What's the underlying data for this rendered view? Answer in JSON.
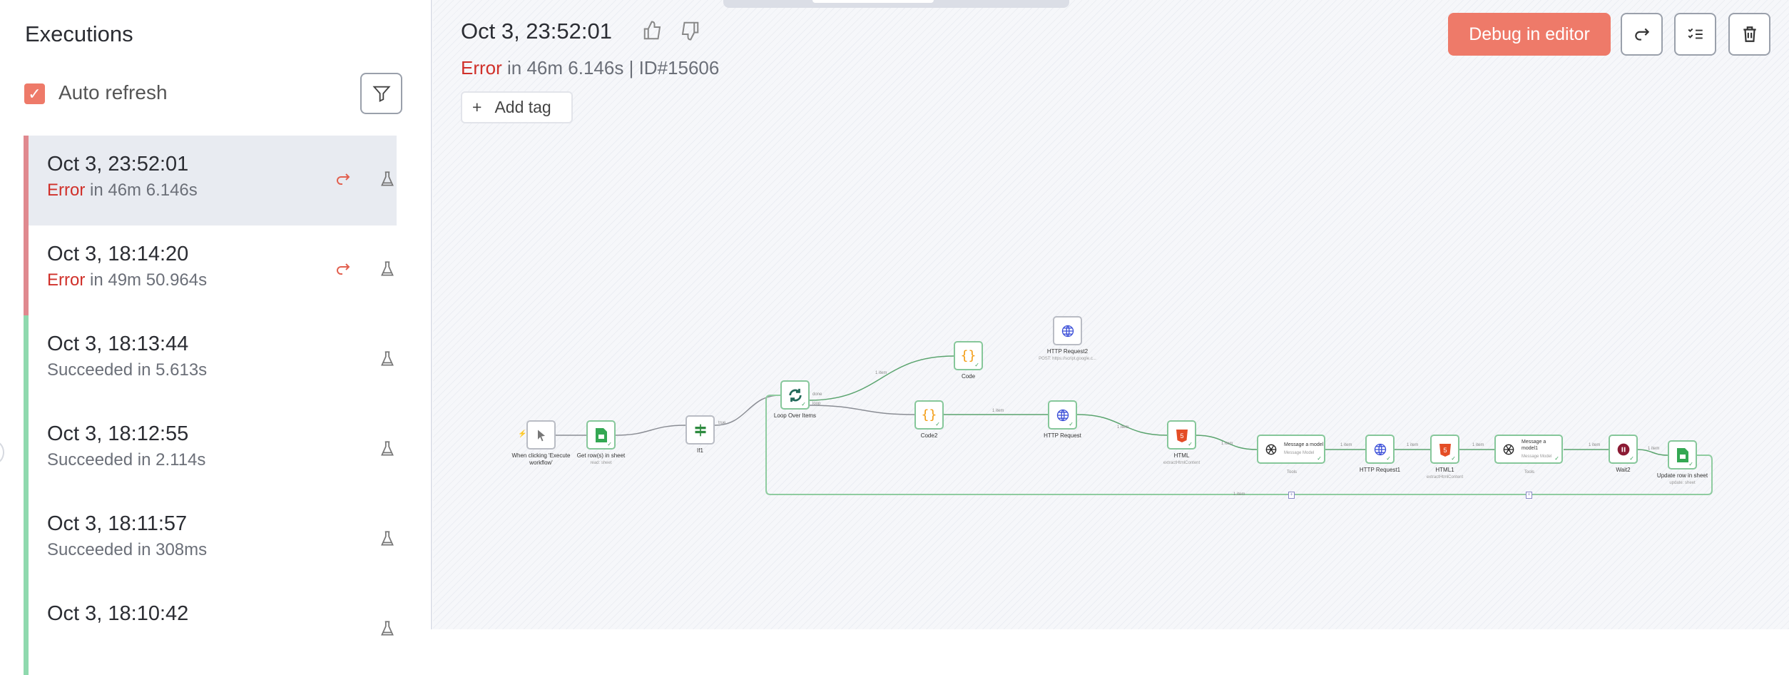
{
  "sidebar": {
    "title": "Executions",
    "auto_refresh_label": "Auto refresh",
    "auto_refresh_checked": true,
    "items": [
      {
        "date": "Oct 3, 23:52:01",
        "status": "Error",
        "detail": "in 46m 6.146s",
        "state": "error",
        "selected": true
      },
      {
        "date": "Oct 3, 18:14:20",
        "status": "Error",
        "detail": "in 49m 50.964s",
        "state": "error"
      },
      {
        "date": "Oct 3, 18:13:44",
        "status": "Succeeded",
        "detail": "in 5.613s",
        "state": "success"
      },
      {
        "date": "Oct 3, 18:12:55",
        "status": "Succeeded",
        "detail": "in 2.114s",
        "state": "success"
      },
      {
        "date": "Oct 3, 18:11:57",
        "status": "Succeeded",
        "detail": "in 308ms",
        "state": "success"
      },
      {
        "date": "Oct 3, 18:10:42",
        "status": "",
        "detail": "",
        "state": "success"
      }
    ]
  },
  "header": {
    "title": "Oct 3, 23:52:01",
    "status": "Error",
    "detail": "in 46m 6.146s",
    "separator": "|",
    "id": "ID#15606",
    "add_tag": "Add tag",
    "add_icon": "+",
    "debug_label": "Debug in editor"
  },
  "colors": {
    "accent": "#ee7a69",
    "error": "#d0302a",
    "error_bar": "#e0898f",
    "success_bar": "#8fd9ae"
  },
  "workflow": {
    "nodes": {
      "trigger": {
        "label": "When clicking 'Execute workflow'"
      },
      "get_rows": {
        "label": "Get row(s) in sheet",
        "sub": "read: sheet"
      },
      "if1": {
        "label": "If1"
      },
      "loop": {
        "label": "Loop Over Items"
      },
      "code": {
        "label": "Code"
      },
      "http2": {
        "label": "HTTP Request2",
        "sub": "POST: https://script.google.c..."
      },
      "code2": {
        "label": "Code2"
      },
      "http": {
        "label": "HTTP Request"
      },
      "html": {
        "label": "HTML",
        "sub": "extractHtmlContent"
      },
      "msg": {
        "label": "Message a model",
        "sub": "Message Model",
        "tools": "Tools"
      },
      "http1": {
        "label": "HTTP Request1"
      },
      "html1": {
        "label": "HTML1",
        "sub": "extractHtmlContent"
      },
      "msg1": {
        "label": "Message a model1",
        "sub": "Message Model",
        "tools": "Tools"
      },
      "wait2": {
        "label": "Wait2"
      },
      "update": {
        "label": "Update row in sheet",
        "sub": "update: sheet"
      }
    },
    "edge_labels": {
      "item": "1 item",
      "done": "done",
      "loop": "loop",
      "true": "true"
    }
  }
}
